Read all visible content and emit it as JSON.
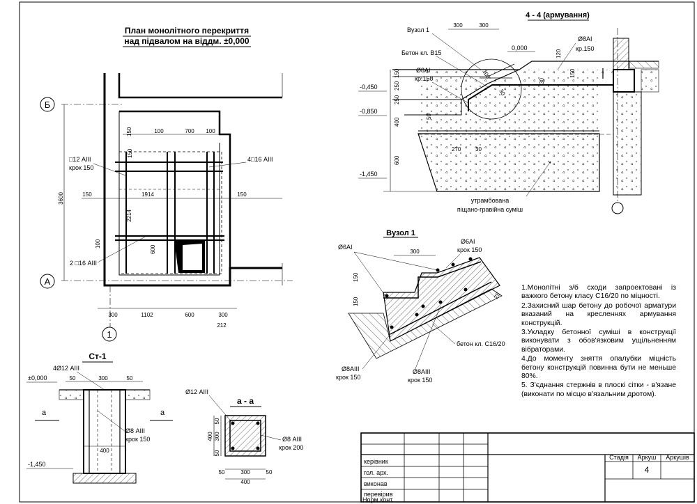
{
  "plan": {
    "title_line1": "План монолітного перекриття",
    "title_line2": "над підвалом на віддм. ±0,000",
    "axis_b": "Б",
    "axis_a": "А",
    "axis_1": "1",
    "dim_3600": "3600",
    "dim_150_a": "150",
    "dim_100_a": "100",
    "dim_700": "700",
    "dim_100_b": "100",
    "dim_150_b": "150",
    "dim_1914": "1914",
    "dim_150_c": "150",
    "dim_150_d": "150",
    "dim_2214": "2214",
    "dim_100_c": "100",
    "dim_600_v": "600",
    "dim_300_a": "300",
    "dim_1102": "1102",
    "dim_600_h": "600",
    "dim_300_b": "300",
    "dim_212": "212",
    "rebar_12": "□12 АІІІ",
    "rebar_12_step": "крок 150",
    "rebar_4_16": "4□16 АІІІ",
    "rebar_2_16": "2 □16 АІІІ"
  },
  "section44": {
    "title": "4 - 4 (армування)",
    "vuzol": "Вузол 1",
    "concrete": "Бетон кл. В15",
    "d300a": "300",
    "d300b": "300",
    "level_0": "0,000",
    "rebar_top": "Ø8АІ",
    "rebar_top_step": "кр.150",
    "rebar_mid": "Ø8АІ",
    "rebar_mid_step": "кр.150",
    "d120": "120",
    "d150a": "150",
    "d250a": "250",
    "d250b": "250",
    "d150b": "150",
    "d400": "400",
    "d600": "600",
    "d50": "50",
    "d270": "270",
    "d30a": "30",
    "d30b": "30",
    "d100": "100",
    "d30c": "30",
    "lvl_0450": "-0,450",
    "lvl_0850": "-0,850",
    "lvl_1450": "-1,450",
    "fill_1": "утрамбована",
    "fill_2": "піщано-гравійна суміш"
  },
  "node1": {
    "title": "Вузол 1",
    "r1": "Ø6АІ",
    "r2": "Ø6АІ",
    "r2_step": "крок 150",
    "d300": "300",
    "d150a": "150",
    "d150b": "150",
    "d25": "25",
    "concrete": "бетон кл. С16/20",
    "r3": "Ø8АІІІ",
    "r3_step": "крок 150",
    "r4": "Ø8АІІІ",
    "r4_step": "крок 150"
  },
  "column": {
    "title": "Ст-1",
    "rebar_4": "4Ø12 АІІІ",
    "d50a": "50",
    "d300": "300",
    "d50b": "50",
    "lvl_0": "±0,000",
    "cut_a1": "а",
    "cut_a2": "а",
    "rebar_8": "Ø8 АІІІ",
    "rebar_8_step": "крок 150",
    "d400": "400",
    "lvl_1450": "-1,450"
  },
  "section_aa": {
    "title": "а - а",
    "rebar_12": "Ø12 АІІІ",
    "rebar_8": "Ø8 АІІІ",
    "rebar_8_step": "крок 200",
    "v400": "400",
    "v300": "300",
    "v50a": "50",
    "v50b": "50",
    "h50a": "50",
    "h300": "300",
    "h50b": "50",
    "h400": "400"
  },
  "notes": [
    "1.Монолітні з/б сходи запроектовані із важкого бетону класу С16/20 по міцності.",
    "2.Захисний шар бетону до робочої арматури вказаний на кресленнях армування конструкцій.",
    "3.Укладку бетонної суміші в конструкції виконувати з обов'язковим ущільненням вібраторами.",
    "4.До моменту зняття опалубки міцність бетону конструкцій повинна бути не меньше 80%.",
    "5. З'єднання стержнів в плоскі сітки - в'язане (виконати по місцю в'язальним дротом)."
  ],
  "stamp": {
    "row1": "керівник",
    "row2": "гол. арх.",
    "row3": "виконав",
    "row4": "перевірив",
    "row5": "Норм.конт.",
    "stage": "Стадія",
    "sheet": "Аркуш",
    "sheets": "Аркушів",
    "sheet_no": "4"
  }
}
